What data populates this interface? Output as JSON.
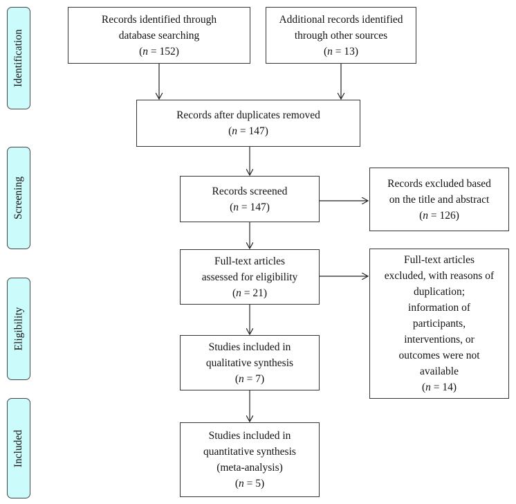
{
  "stages": {
    "identification": "Identification",
    "screening": "Screening",
    "eligibility": "Eligibility",
    "included": "Included"
  },
  "boxes": {
    "database": {
      "lines": [
        "Records identified through",
        "database searching"
      ],
      "count": "152"
    },
    "other_sources": {
      "lines": [
        "Additional records identified",
        "through other sources"
      ],
      "count": "13"
    },
    "duplicates_removed": {
      "lines": [
        "Records after duplicates removed"
      ],
      "count": "147"
    },
    "screened": {
      "lines": [
        "Records screened"
      ],
      "count": "147"
    },
    "excluded_title": {
      "lines": [
        "Records excluded based",
        "on the title and abstract"
      ],
      "count": "126"
    },
    "full_text": {
      "lines": [
        "Full-text articles",
        "assessed for eligibility"
      ],
      "count": "21"
    },
    "excluded_full_text": {
      "lines": [
        "Full-text articles",
        "excluded, with reasons of",
        "duplication;",
        "information of",
        "participants,",
        "interventions, or",
        "outcomes were not",
        "available"
      ],
      "count": "14"
    },
    "qualitative": {
      "lines": [
        "Studies included in",
        "qualitative synthesis"
      ],
      "count": "7"
    },
    "quantitative": {
      "lines": [
        "Studies included in",
        "quantitative synthesis",
        "(meta-analysis)"
      ],
      "count": "5"
    }
  },
  "n_symbol": "n",
  "n_equals": " = "
}
